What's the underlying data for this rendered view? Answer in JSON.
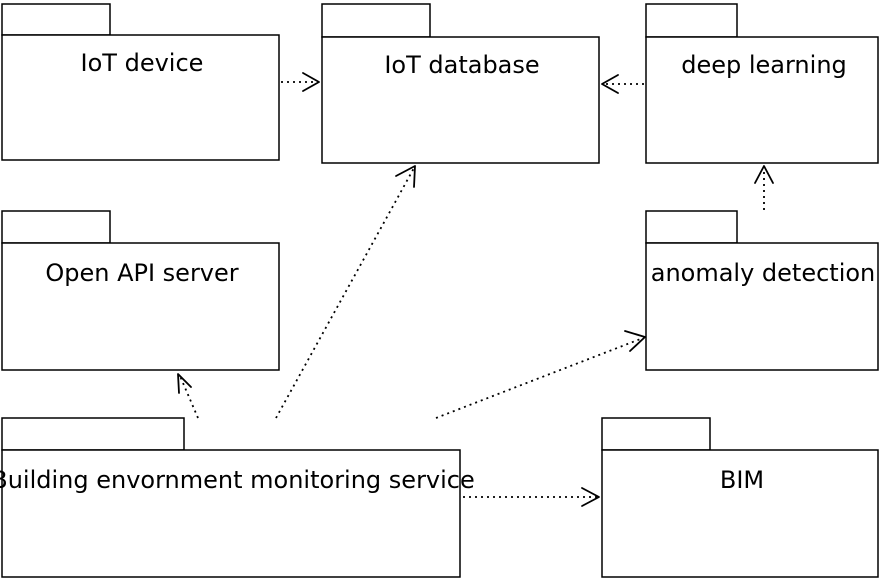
{
  "diagram": {
    "packages": {
      "iot_device": "IoT device",
      "iot_database": "IoT database",
      "deep_learning": "deep learning",
      "open_api_server": "Open API server",
      "anomaly_detection": "anomaly detection",
      "building_service": "Building envornment monitoring service",
      "bim": "BIM"
    },
    "dependencies": [
      {
        "from": "iot_device",
        "to": "iot_database"
      },
      {
        "from": "deep_learning",
        "to": "iot_database"
      },
      {
        "from": "anomaly_detection",
        "to": "deep_learning"
      },
      {
        "from": "building_service",
        "to": "open_api_server"
      },
      {
        "from": "building_service",
        "to": "iot_database"
      },
      {
        "from": "building_service",
        "to": "anomaly_detection"
      },
      {
        "from": "building_service",
        "to": "bim"
      }
    ]
  }
}
